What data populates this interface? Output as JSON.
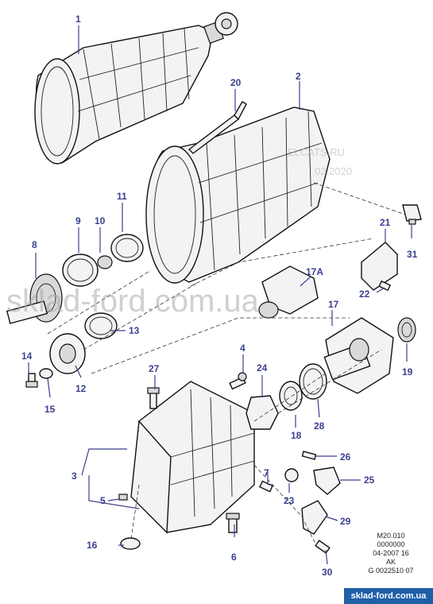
{
  "labels": {
    "l1": "1",
    "l2": "2",
    "l3": "3",
    "l4": "4",
    "l5": "5",
    "l6": "6",
    "l7": "7",
    "l8": "8",
    "l9": "9",
    "l10": "10",
    "l11": "11",
    "l12": "12",
    "l13": "13",
    "l14": "14",
    "l15": "15",
    "l16": "16",
    "l17": "17",
    "l17a": "17A",
    "l18": "18",
    "l19": "19",
    "l20": "20",
    "l21": "21",
    "l22": "22",
    "l23": "23",
    "l24": "24",
    "l25": "25",
    "l26": "26",
    "l27": "27",
    "l28": "28",
    "l29": "29",
    "l30": "30",
    "l31": "31"
  },
  "reference": {
    "line1": "M20.010",
    "line2": "0000000",
    "line3": "04-2007 16",
    "line4": "AK",
    "line5": "G 0022510 07"
  },
  "watermark": {
    "main": "sklad-ford.com.ua",
    "secondary_1": "ELCATS.RU",
    "secondary_2": "02.2020"
  },
  "site_badge": "sklad-ford.com.ua",
  "colors": {
    "callout": "#3b3f8f",
    "badge": "#1f5fa8"
  }
}
